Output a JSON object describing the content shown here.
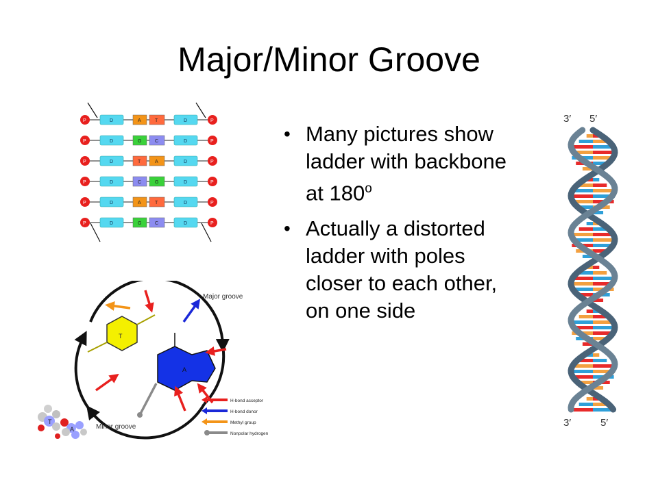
{
  "slide": {
    "title": "Major/Minor Groove",
    "bullets": [
      {
        "text": "Many pictures show ladder with backbone at 180",
        "sup": "o"
      },
      {
        "text": "Actually a distorted ladder with poles closer to each other, on one side"
      }
    ]
  },
  "ladder": {
    "phosphate_label": "P",
    "sugar_label": "D",
    "rungs": [
      {
        "left": "A",
        "right": "T"
      },
      {
        "left": "G",
        "right": "C"
      },
      {
        "left": "T",
        "right": "A"
      },
      {
        "left": "C",
        "right": "G"
      },
      {
        "left": "A",
        "right": "T"
      },
      {
        "left": "G",
        "right": "C"
      }
    ]
  },
  "groove": {
    "major_label": "Major groove",
    "minor_label": "Minor groove",
    "base_t": "T",
    "base_a": "A",
    "legend": [
      {
        "label": "H-bond acceptor",
        "color": "#e8201e"
      },
      {
        "label": "H-bond donor",
        "color": "#1a28d8"
      },
      {
        "label": "Methyl group",
        "color": "#f39418"
      },
      {
        "label": "Nonpolar hydrogen",
        "color": "#8a8a8a"
      }
    ]
  },
  "helix": {
    "top_left": "3′",
    "top_right": "5′",
    "bottom_left": "3′",
    "bottom_right": "5′"
  },
  "molecule": {
    "atom_t": "T",
    "atom_a": "A"
  }
}
